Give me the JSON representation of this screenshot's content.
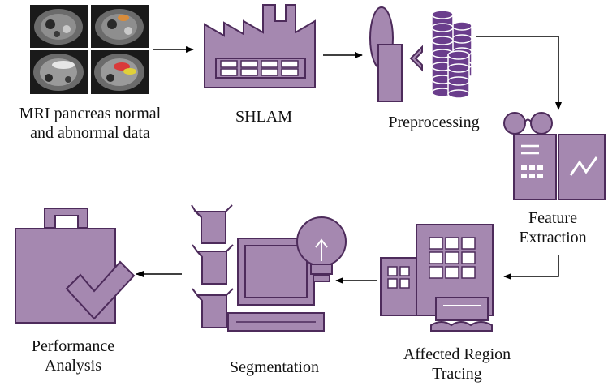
{
  "colors": {
    "fill": "#a588b0",
    "stroke": "#4d2b5b",
    "dark": "#6a3d8c",
    "arrow": "#000000"
  },
  "nodes": {
    "mri": {
      "label_line1": "MRI pancreas normal",
      "label_line2": "and abnormal data",
      "icon": "mri-scan-grid-icon"
    },
    "shlam": {
      "label": "SHLAM",
      "icon": "factory-icon"
    },
    "preprocessing": {
      "label": "Preprocessing",
      "icon": "database-stack-icon"
    },
    "feature_extraction": {
      "label_line1": "Feature",
      "label_line2": "Extraction",
      "icon": "glasses-report-icon"
    },
    "affected_region": {
      "label_line1": "Affected Region",
      "label_line2": "Tracing",
      "icon": "buildings-icon"
    },
    "segmentation": {
      "label": "Segmentation",
      "icon": "computer-lightbulb-icon"
    },
    "performance": {
      "label_line1": "Performance",
      "label_line2": "Analysis",
      "icon": "checked-bag-icon"
    }
  }
}
